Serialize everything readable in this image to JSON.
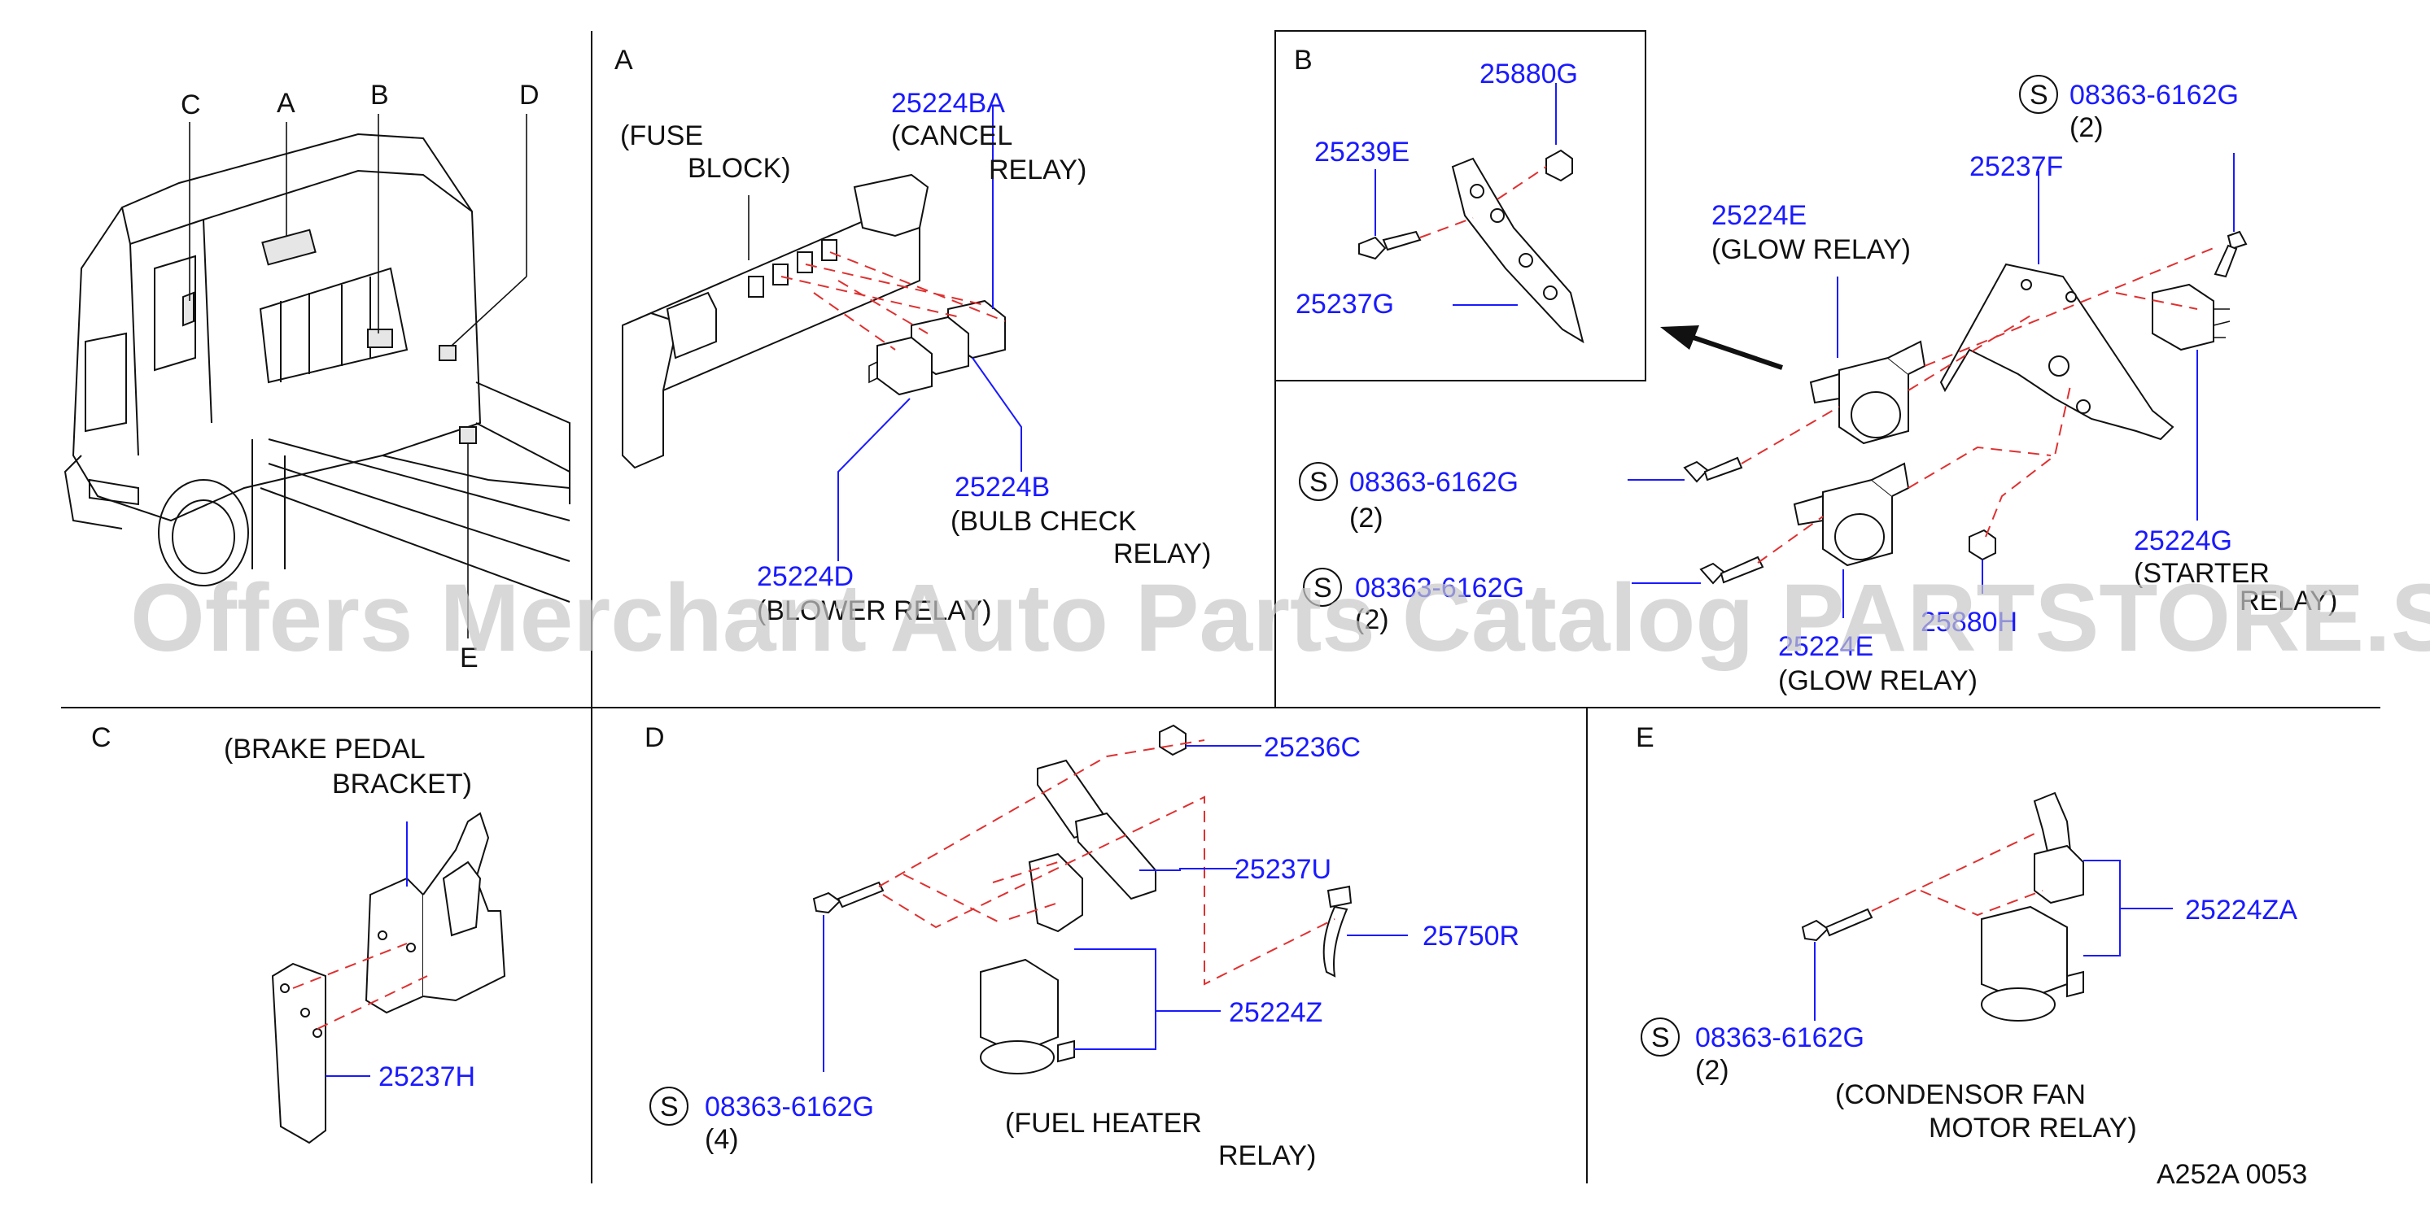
{
  "sections": {
    "A": "A",
    "B": "B",
    "C": "C",
    "D": "D",
    "E": "E"
  },
  "overview": {
    "C": "C",
    "A": "A",
    "B": "B",
    "D": "D",
    "E": "E"
  },
  "panel_a": {
    "fuse_block_1": "(FUSE",
    "fuse_block_2": "BLOCK)",
    "pn_cancel": "25224BA",
    "cancel_1": "(CANCEL",
    "cancel_2": "RELAY)",
    "pn_bulb": "25224B",
    "bulb_1": "(BULB   CHECK",
    "bulb_2": "RELAY)",
    "pn_blower": "25224D",
    "blower": "(BLOWER  RELAY)"
  },
  "panel_b": {
    "pn_nut": "25880G",
    "pn_bolt": "25239E",
    "pn_bracket": "25237G",
    "pn_s_top": "08363-6162G",
    "qty_s_top": "(2)",
    "pn_bracket_f": "25237F",
    "pn_glow_top": "25224E",
    "glow_top": "(GLOW   RELAY)",
    "pn_s_mid": "08363-6162G",
    "qty_s_mid": "(2)",
    "pn_s_low": "08363-6162G",
    "qty_s_low": "(2)",
    "pn_starter": "25224G",
    "starter_1": "(STARTER",
    "starter_2": "RELAY)",
    "pn_glow_bot": "25224E",
    "glow_bot": "(GLOW   RELAY)",
    "pn_nut_bot": "25880H"
  },
  "panel_c": {
    "brake_1": "(BRAKE   PEDAL",
    "brake_2": "BRACKET)",
    "pn_bracket": "25237H"
  },
  "panel_d": {
    "pn_nut": "25236C",
    "pn_bracket": "25237U",
    "pn_clip": "25750R",
    "pn_relay": "25224Z",
    "pn_screw": "08363-6162G",
    "qty_screw": "(4)",
    "fuel_1": "(FUEL   HEATER",
    "fuel_2": "RELAY)"
  },
  "panel_e": {
    "pn_relay": "25224ZA",
    "pn_screw": "08363-6162G",
    "qty_screw": "(2)",
    "cond_1": "(CONDENSOR   FAN",
    "cond_2": "MOTOR   RELAY)"
  },
  "footer": {
    "code": "A252A   0053"
  },
  "s_mark": "S",
  "watermark": "Offers Merchant Auto Parts Catalog PARTSTORE.SA"
}
